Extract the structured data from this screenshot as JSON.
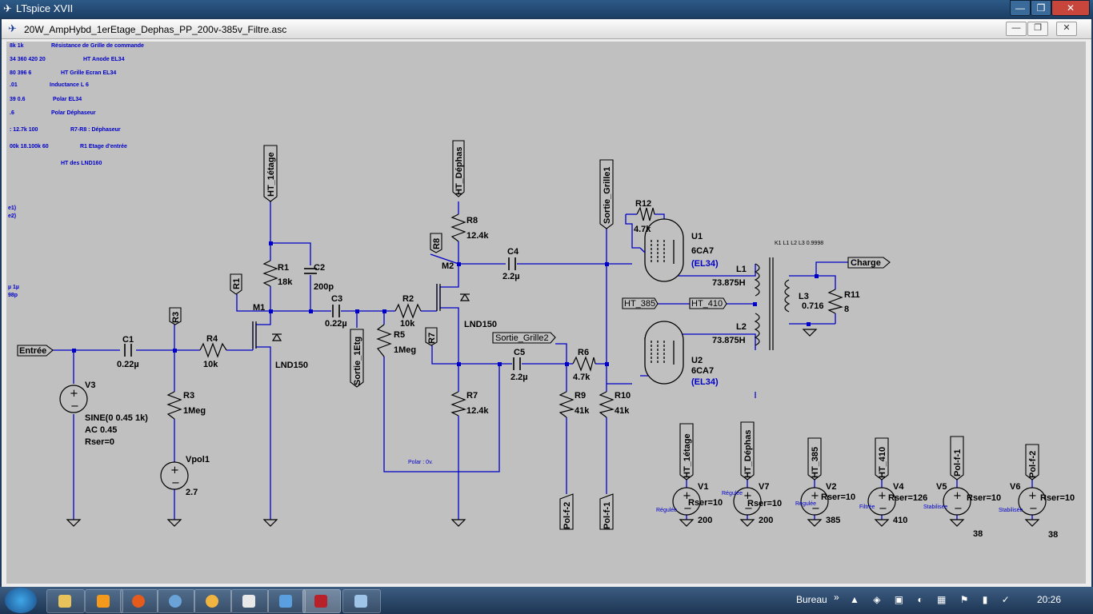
{
  "app": {
    "title": "LTspice XVII",
    "min_glyph": "—",
    "max_glyph": "❐",
    "close_glyph": "✕"
  },
  "document": {
    "title": "20W_AmpHybd_1erEtage_Dephas_PP_200v-385v_Filtre.asc",
    "min_glyph": "—",
    "max_glyph": "❐",
    "close_glyph": "✕"
  },
  "left_notes": [
    {
      "value": "8k 1k",
      "label": "Résistance de Grille de commande"
    },
    {
      "value": "34 360 420 20",
      "label": "HT Anode EL34"
    },
    {
      "value": "80 396 6",
      "label": "HT Grille Ecran EL34"
    },
    {
      "value": ".01",
      "label": "Inductance L 6"
    },
    {
      "value": "39 0.6",
      "label": "Polar EL34"
    },
    {
      "value": ".6",
      "label": "Polar Déphaseur"
    },
    {
      "value": ": 12.7k 100",
      "label": "R7-R8 : Déphaseur"
    },
    {
      "value": "00k 18.100k 60",
      "label": "R1 Etage d'entrée"
    },
    {
      "value": "",
      "label": "HT des LND160"
    }
  ],
  "left_fragments": [
    "e1)",
    "e2)",
    "µ 1µ",
    "98p"
  ],
  "components": {
    "r1": {
      "name": "R1",
      "value": "18k"
    },
    "r2": {
      "name": "R2",
      "value": "10k"
    },
    "r3": {
      "name": "R3",
      "value": "1Meg"
    },
    "r4": {
      "name": "R4",
      "value": "10k"
    },
    "r5": {
      "name": "R5",
      "value": "1Meg"
    },
    "r6": {
      "name": "R6",
      "value": "4.7k"
    },
    "r7": {
      "name": "R7",
      "value": "12.4k"
    },
    "r8": {
      "name": "R8",
      "value": "12.4k"
    },
    "r9": {
      "name": "R9",
      "value": "41k"
    },
    "r10": {
      "name": "R10",
      "value": "41k"
    },
    "r11": {
      "name": "R11",
      "value": "8"
    },
    "r12": {
      "name": "R12",
      "value": "4.7k"
    },
    "c1": {
      "name": "C1",
      "value": "0.22µ"
    },
    "c2": {
      "name": "C2",
      "value": "200p"
    },
    "c3": {
      "name": "C3",
      "value": "0.22µ"
    },
    "c4": {
      "name": "C4",
      "value": "2.2µ"
    },
    "c5": {
      "name": "C5",
      "value": "2.2µ"
    },
    "m1": {
      "name": "M1",
      "model": "LND150"
    },
    "m2": {
      "name": "M2",
      "model": "LND150"
    },
    "u1": {
      "name": "U1",
      "model": "6CA7",
      "alias": "(EL34)"
    },
    "u2": {
      "name": "U2",
      "model": "6CA7",
      "alias": "(EL34)"
    },
    "l1": {
      "name": "L1",
      "value": "73.875H"
    },
    "l2": {
      "name": "L2",
      "value": "73.875H"
    },
    "l3": {
      "name": "L3",
      "value": "0.716"
    },
    "k1": {
      "text": "K1 L1 L2 L3 0.9998"
    },
    "v3": {
      "name": "V3",
      "line1": "SINE(0 0.45 1k)",
      "line2": "AC 0.45",
      "line3": "Rser=0"
    },
    "vpol1": {
      "name": "Vpol1",
      "value": "2.7"
    }
  },
  "labels": {
    "entree": "Entrée",
    "charge": "Charge",
    "ht_1etage": "HT_1étage",
    "ht_dephas": "HT_Déphas",
    "sortie_grille1": "Sortie_Grille1",
    "sortie_grille2": "Sortie_Grille2",
    "sortie_1etg": "Sortie_1Etg",
    "ht_385": "HT_385",
    "ht_410": "HT_410",
    "r1_flag": "R1",
    "r3_flag": "R3",
    "r7_flag": "R7",
    "r8_flag": "R8",
    "polf2": "Pol-f-2",
    "polf1": "Pol-f-1",
    "polar_note": "Polar : 0v."
  },
  "sources": [
    {
      "label": "HT_1étage",
      "name": "V1",
      "rser": "Rser=10",
      "value": "200",
      "note": "Régulée"
    },
    {
      "label": "HT_Déphas",
      "name": "V7",
      "rser": "Rser=10",
      "value": "200",
      "note": "Régulée"
    },
    {
      "label": "HT_385",
      "name": "V2",
      "rser": "Rser=10",
      "value": "385",
      "note": "Régulée"
    },
    {
      "label": "HT_410",
      "name": "V4",
      "rser": "Rser=126",
      "value": "410",
      "note": "Filtrée"
    },
    {
      "label": "Pol-f-1",
      "name": "V5",
      "rser": "Rser=10",
      "value": "38",
      "note": "Stabilisée"
    },
    {
      "label": "Pol-f-2",
      "name": "V6",
      "rser": "Rser=10",
      "value": "38",
      "note": "Stabilisée"
    }
  ],
  "taskbar": {
    "bureau": "Bureau",
    "chevrons": "»",
    "time": "20:26"
  },
  "colors": {
    "schematic_bg": "#c0c0c0",
    "wire": "#0000c8",
    "text": "#000000",
    "annotation": "#0000c8"
  }
}
